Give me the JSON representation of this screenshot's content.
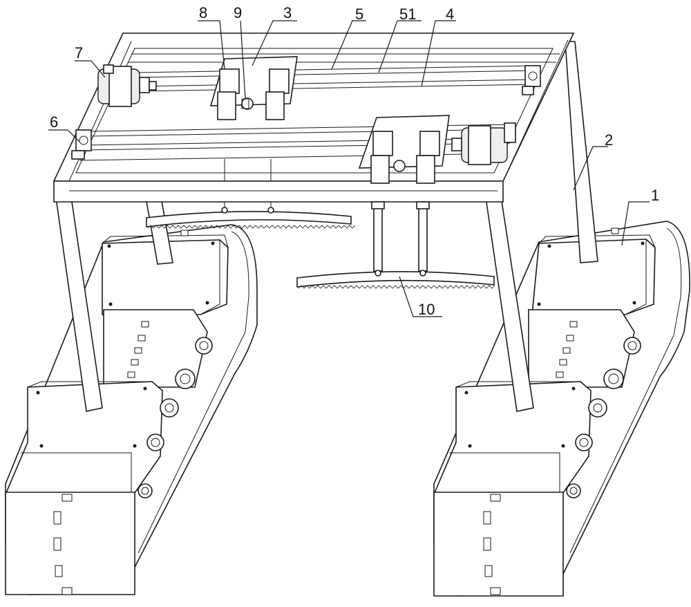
{
  "figure": {
    "labels": [
      "1",
      "2",
      "3",
      "4",
      "5",
      "51",
      "6",
      "7",
      "8",
      "9",
      "10"
    ]
  }
}
